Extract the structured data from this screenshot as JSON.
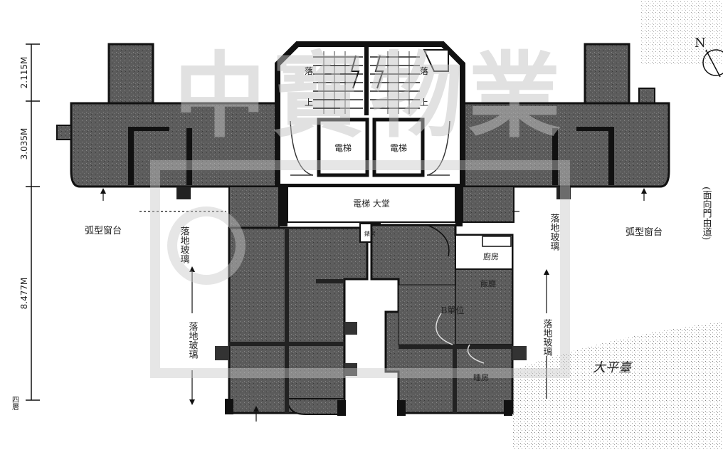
{
  "dimensions": {
    "top": "2.115M",
    "middle": "3.035M",
    "bottom": "8.477M"
  },
  "labels": {
    "bay_window_left": "弧型窗台",
    "bay_window_right": "弧型窗台",
    "glass_left_upper": "落地玻璃",
    "glass_left_lower": "落地玻璃",
    "glass_right_upper": "落地玻璃",
    "glass_right_lower": "落地玻璃",
    "lift_left": "電梯",
    "lift_right": "電梯",
    "lift_lobby": "電梯 大堂",
    "stair_down_left": "落",
    "stair_up_left": "上",
    "stair_down_right": "落",
    "stair_up_right": "上",
    "meter_room": "錶房",
    "flat_b": "B單位",
    "kitchen": "廚房",
    "dining": "飯廳",
    "bedroom": "睡房",
    "terrace": "大平臺",
    "road_side": "(面向門由道)",
    "north": "N",
    "left_floor_note": "四層"
  },
  "watermark": {
    "text": "中寶物業"
  },
  "colors": {
    "ink": "#111111",
    "room_fill": "#585858",
    "paper": "#ffffff",
    "watermark": "#bdbdbd"
  }
}
